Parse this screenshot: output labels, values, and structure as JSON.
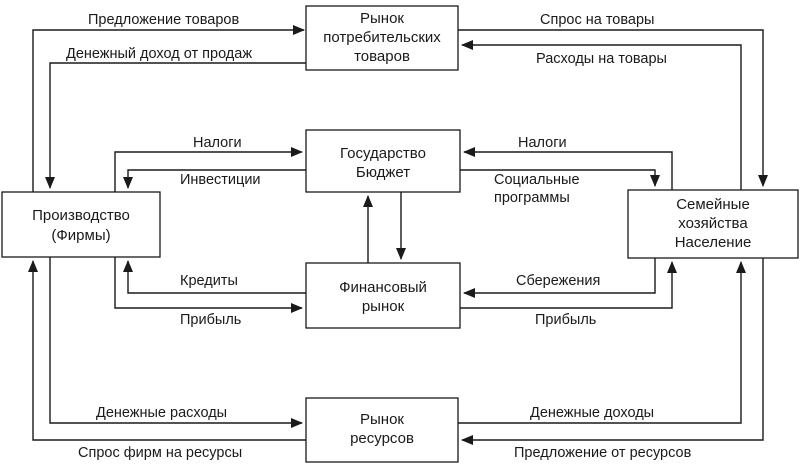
{
  "nodes": {
    "consumer_market": [
      "Рынок",
      "потребительских",
      "товаров"
    ],
    "government": [
      "Государство",
      "Бюджет"
    ],
    "firms": [
      "Производство",
      "(Фирмы)"
    ],
    "households": [
      "Семейные",
      "хозяйства",
      "Население"
    ],
    "financial_market": [
      "Финансовый",
      "рынок"
    ],
    "resource_market": [
      "Рынок",
      "ресурсов"
    ]
  },
  "labels": {
    "goods_supply": "Предложение товаров",
    "sales_income": "Денежный доход от продаж",
    "goods_demand": "Спрос на товары",
    "goods_spending": "Расходы на товары",
    "taxes_firms": "Налоги",
    "investments": "Инвестиции",
    "taxes_households": "Налоги",
    "social_programs_1": "Социальные",
    "social_programs_2": "программы",
    "credits": "Кредиты",
    "profit_firms": "Прибыль",
    "savings": "Сбережения",
    "profit_households": "Прибыль",
    "money_spending": "Денежные расходы",
    "resource_demand": "Спрос фирм на ресурсы",
    "money_income": "Денежные доходы",
    "resource_supply": "Предложение от ресурсов"
  }
}
